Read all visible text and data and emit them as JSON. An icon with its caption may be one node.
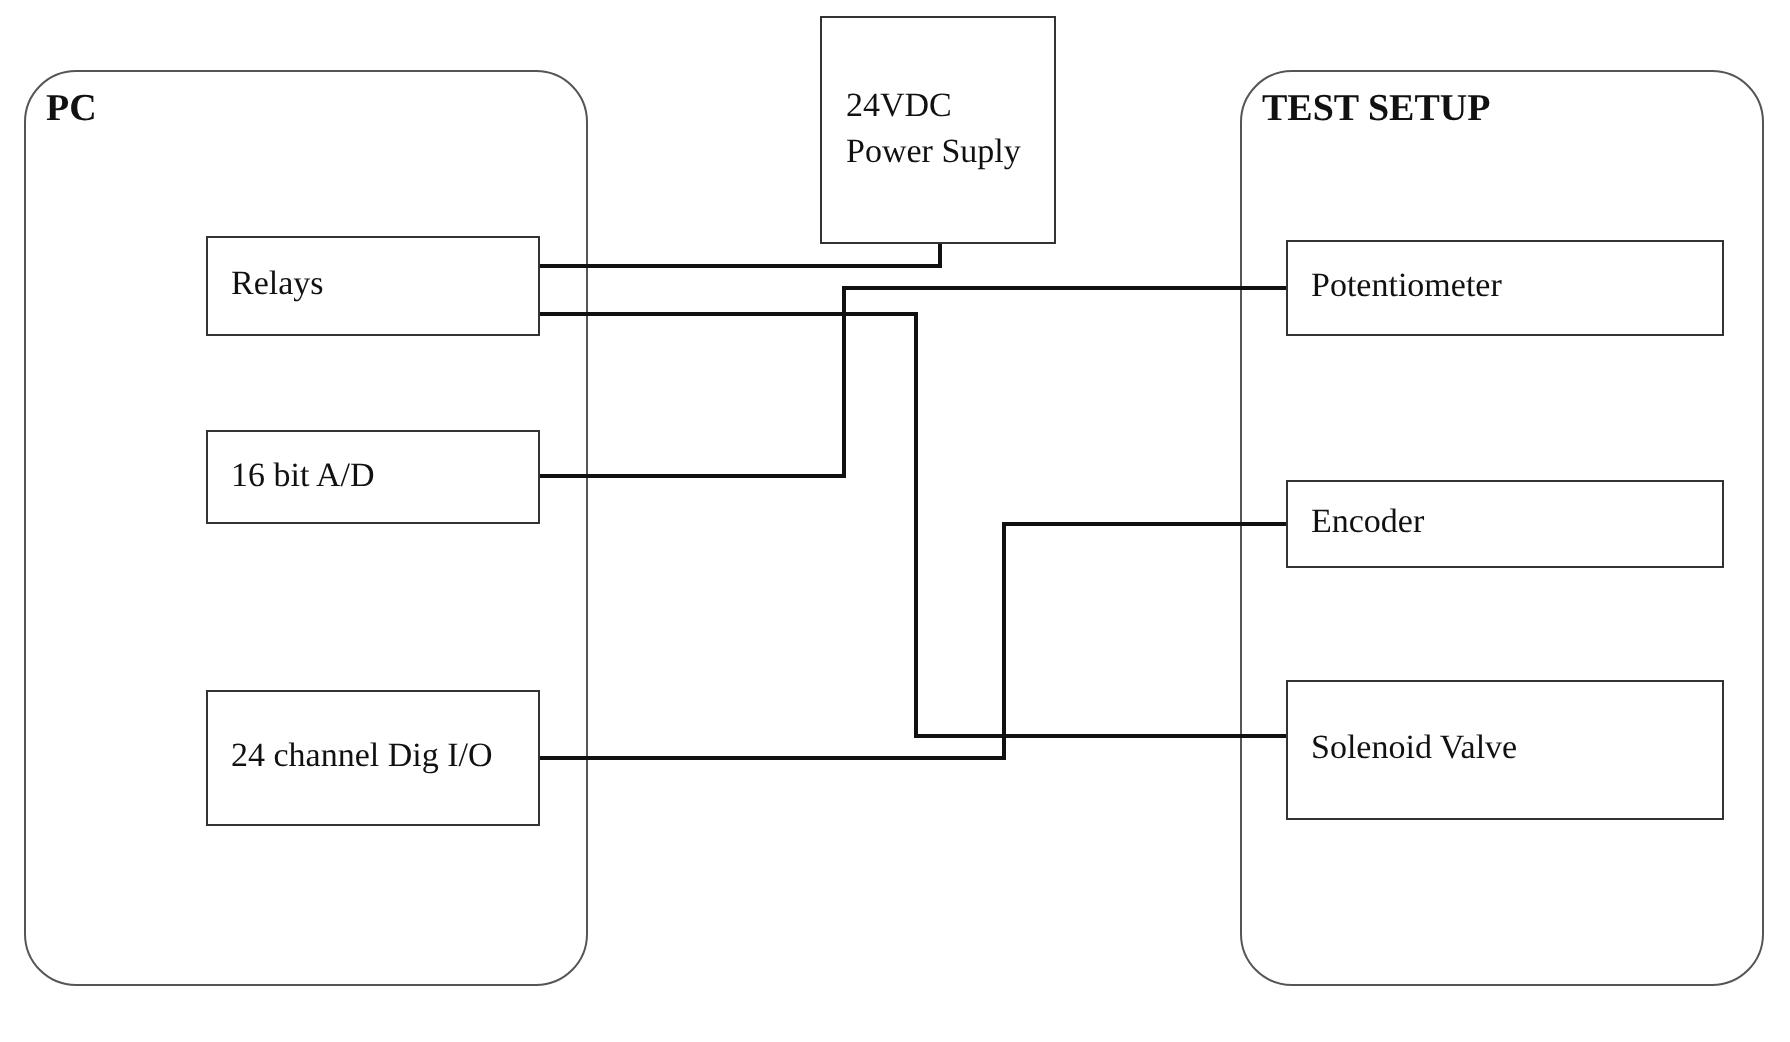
{
  "diagram": {
    "nodes": [
      {
        "text": [
          "PC"
        ]
      },
      {
        "text": [
          "Relays"
        ],
        "in": 0
      },
      {
        "text": [
          "16 bit A/D"
        ],
        "in": 0
      },
      {
        "text": [
          "24 channel Dig I/O"
        ],
        "in": 0
      },
      {
        "text": [
          "24VDC Power Suply"
        ]
      },
      {
        "text": [
          "TEST SETUP"
        ]
      },
      {
        "text": [
          "Potentiometer"
        ],
        "in": 5
      },
      {
        "text": [
          "Encoder"
        ],
        "in": 5
      },
      {
        "text": [
          "Solenoid Valve"
        ],
        "in": 5
      }
    ],
    "edges": [
      {
        "from": 1,
        "to": 4,
        "arrow": "none"
      },
      {
        "from": 1,
        "to": 8,
        "arrow": "none"
      },
      {
        "from": 2,
        "to": 6,
        "arrow": "none"
      },
      {
        "from": 3,
        "to": 7,
        "arrow": "none"
      }
    ]
  }
}
